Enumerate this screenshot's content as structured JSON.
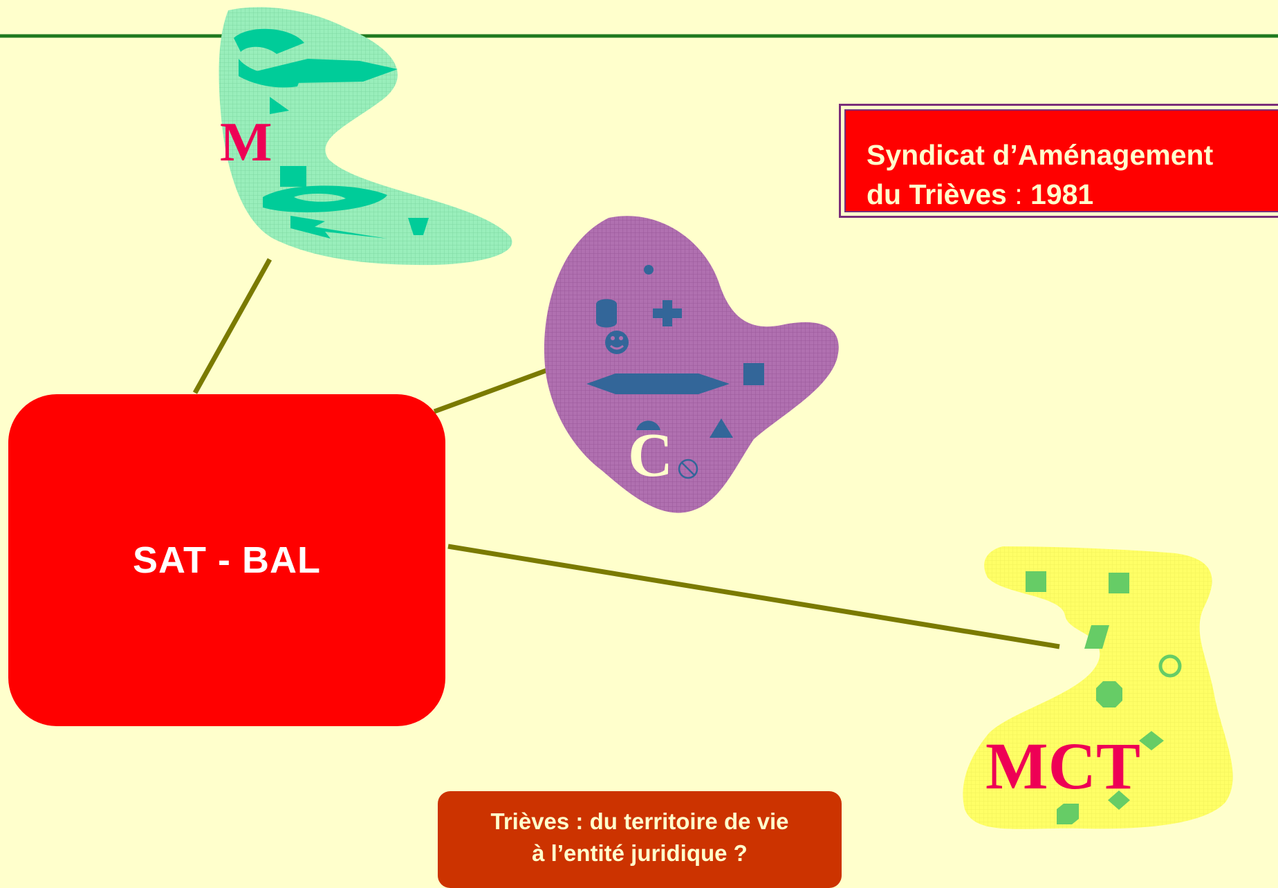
{
  "diagram": {
    "center_node": {
      "label": "SAT - BAL",
      "color": "#ff0000"
    },
    "info_box": {
      "line1": "Syndicat d’Aménagement",
      "line2_name": "du Trièves",
      "line2_sep": " : ",
      "line2_year": "1981"
    },
    "caption": {
      "line1": "Trièves : du territoire de vie",
      "line2": "à l’entité juridique ?"
    },
    "blobs": [
      {
        "id": "M",
        "label": "M",
        "fill": "#99eebb"
      },
      {
        "id": "C",
        "label": "C",
        "fill": "#aa66aa"
      },
      {
        "id": "MCT",
        "label": "MCT",
        "fill": "#ffff66"
      }
    ],
    "colors": {
      "background": "#ffffcc",
      "top_rule": "#1f7a1f",
      "connector": "#7a7a00",
      "blob_label": "#ee0055",
      "caption_bg": "#cc3300"
    }
  }
}
